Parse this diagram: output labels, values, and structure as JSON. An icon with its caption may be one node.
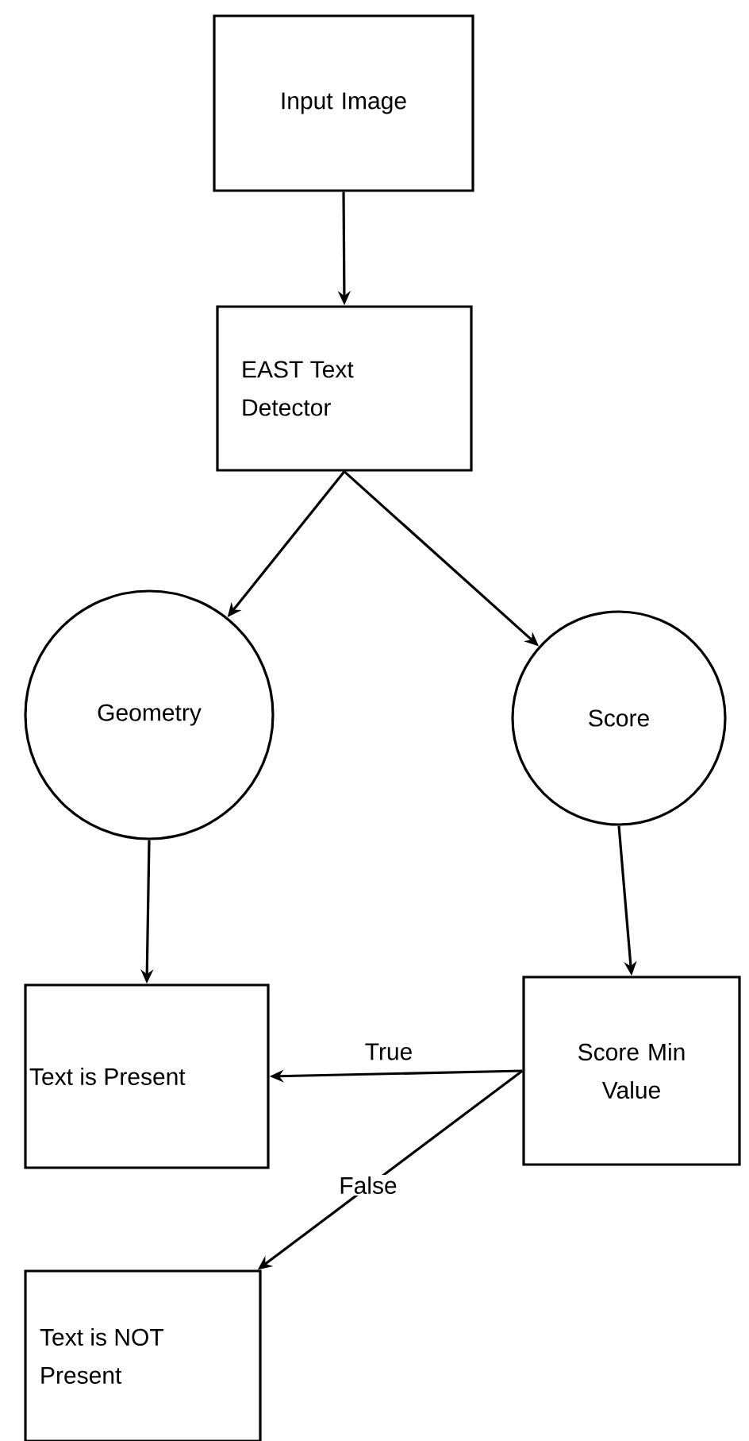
{
  "diagram": {
    "nodes": [
      {
        "text": [
          "Input Image"
        ]
      },
      {
        "text": [
          "EAST Text Detector"
        ]
      },
      {
        "text": [
          "Geometry"
        ]
      },
      {
        "text": [
          "Score"
        ]
      },
      {
        "text": [
          "Text is Present"
        ]
      },
      {
        "text": [
          "Score Min Value"
        ]
      },
      {
        "text": [
          "Text is  NOT Present"
        ]
      }
    ],
    "edges": [
      {
        "from": 0,
        "to": 1,
        "arrow": "to"
      },
      {
        "from": 1,
        "to": 2,
        "arrow": "to"
      },
      {
        "from": 1,
        "to": 3,
        "arrow": "to"
      },
      {
        "from": 2,
        "to": 4,
        "arrow": "to"
      },
      {
        "from": 3,
        "to": 5,
        "arrow": "to"
      },
      {
        "from": 5,
        "to": 4,
        "arrow": "to",
        "label": "True"
      },
      {
        "from": 5,
        "to": 6,
        "arrow": "to",
        "label": "False"
      }
    ]
  }
}
